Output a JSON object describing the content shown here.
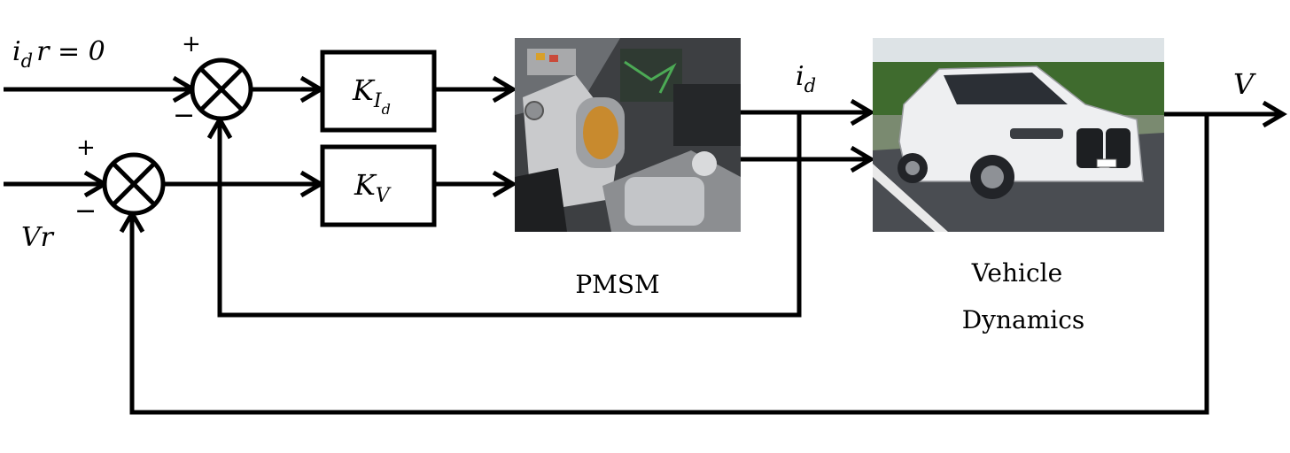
{
  "inputs": {
    "id_ref": {
      "var": "i",
      "sub": "d",
      "rest": "r = 0"
    },
    "v_ref": {
      "var": "Vr"
    }
  },
  "signs": {
    "sum1_plus": "+",
    "sum1_minus": "−",
    "sum2_plus": "+",
    "sum2_minus": "−"
  },
  "gains": {
    "kid": {
      "main": "K",
      "sub": "I",
      "subsub": "d"
    },
    "kv": {
      "main": "K",
      "sub": "V"
    }
  },
  "blocks": {
    "pmsm": {
      "label": "PMSM"
    },
    "vehicle": {
      "label_line1": "Vehicle",
      "label_line2": "Dynamics"
    }
  },
  "signals": {
    "id_out": {
      "var": "i",
      "sub": "d"
    },
    "v_out": {
      "var": "V"
    }
  }
}
